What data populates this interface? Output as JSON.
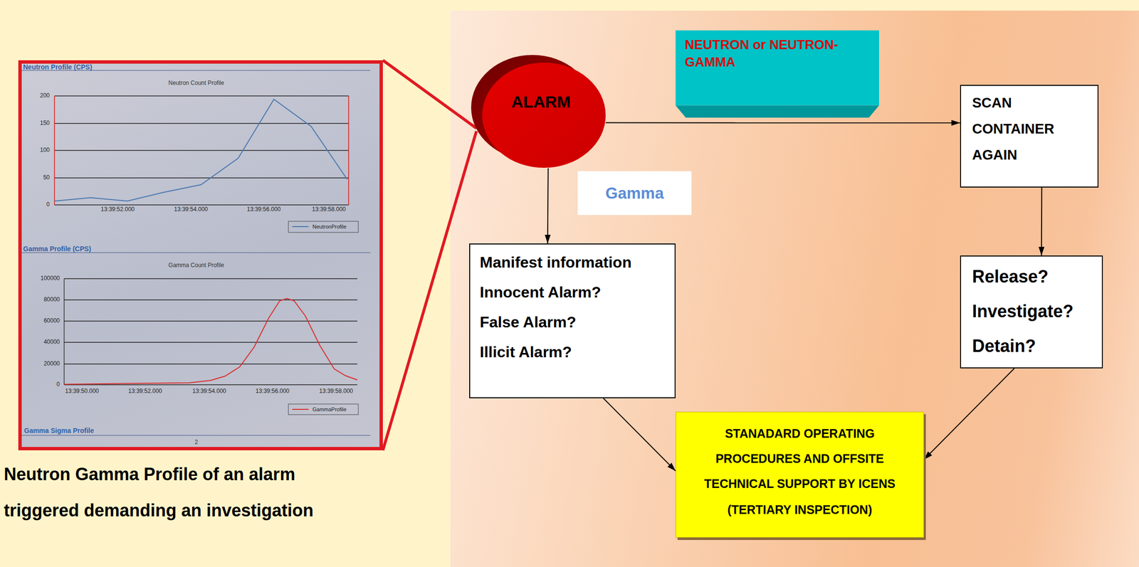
{
  "diagram": {
    "caption": "Neutron Gamma Profile of an alarm triggered demanding an investigation",
    "nodes": [
      {
        "text": [
          "ALARM"
        ]
      },
      {
        "text": [
          "NEUTRON or NEUTRON-GAMMA"
        ]
      },
      {
        "text": [
          "SCAN CONTAINER AGAIN"
        ]
      },
      {
        "text": [
          "Gamma"
        ]
      },
      {
        "text": [
          "Manifest information",
          "Innocent Alarm?",
          "False Alarm?",
          "Illicit Alarm?"
        ]
      },
      {
        "text": [
          "Release?",
          "Investigate?",
          "Detain?"
        ]
      },
      {
        "text": [
          "STANADARD OPERATING PROCEDURES AND OFFSITE TECHNICAL SUPPORT BY ICENS",
          "(TERTIARY INSPECTION)"
        ]
      }
    ],
    "edges": [
      {
        "from": 0,
        "to": 2,
        "arrow": "to"
      },
      {
        "from": 0,
        "to": 4,
        "arrow": "to"
      },
      {
        "from": 2,
        "to": 5,
        "arrow": "to"
      },
      {
        "from": 4,
        "to": 6,
        "arrow": "to"
      },
      {
        "from": 5,
        "to": 6,
        "arrow": "to"
      }
    ],
    "labels": [
      "Neutron Profile (CPS)",
      "Neutron Count Profile",
      "200",
      "150",
      "100",
      "50",
      "0",
      "13:39:52.000",
      "13:39:54.000",
      "13:39:56.000",
      "13:39:58.000",
      "Gamma Profile (CPS)",
      "Gamma Count Profile",
      "100000",
      "80000",
      "60000",
      "40000",
      "20000",
      "0",
      "13:39:50.000",
      "13:39:52.000",
      "13:39:54.000",
      "13:39:56.000",
      "13:39:58.000",
      "Gamma Sigma Profile",
      "2"
    ],
    "legend": [
      {
        "text": "NeutronProfile"
      },
      {
        "text": "GammaProfile"
      }
    ]
  }
}
